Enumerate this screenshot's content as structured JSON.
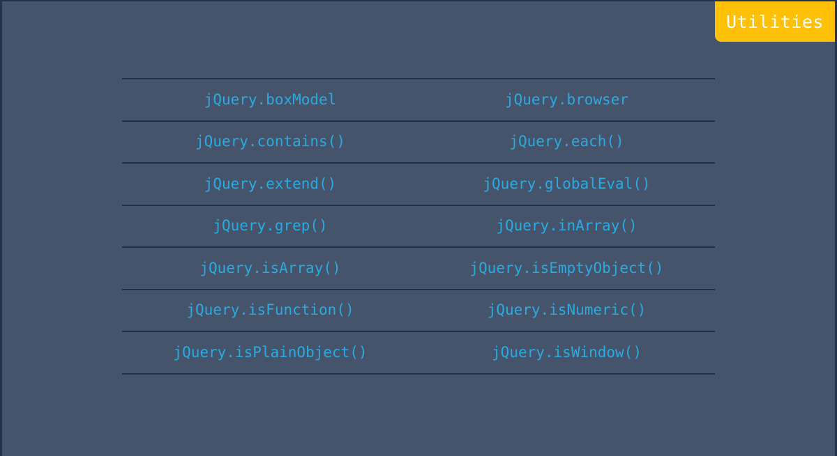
{
  "slide": {
    "background_color": "#45546b",
    "border_color": "#27304a"
  },
  "badge": {
    "label": "Utilities",
    "background_color": "#ffc107",
    "text_color": "#ffffff"
  },
  "table": {
    "link_color": "#29abe2",
    "separator_color": "#232e42",
    "columns": 2,
    "rows": [
      {
        "left": "jQuery.boxModel",
        "right": "jQuery.browser"
      },
      {
        "left": "jQuery.contains()",
        "right": "jQuery.each()"
      },
      {
        "left": "jQuery.extend()",
        "right": "jQuery.globalEval()"
      },
      {
        "left": "jQuery.grep()",
        "right": "jQuery.inArray()"
      },
      {
        "left": "jQuery.isArray()",
        "right": "jQuery.isEmptyObject()"
      },
      {
        "left": "jQuery.isFunction()",
        "right": "jQuery.isNumeric()"
      },
      {
        "left": "jQuery.isPlainObject()",
        "right": "jQuery.isWindow()"
      }
    ]
  }
}
